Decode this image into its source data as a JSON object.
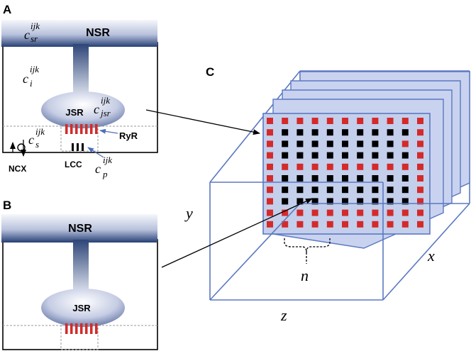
{
  "panels": {
    "A": {
      "label": "A",
      "nsr_label": "NSR",
      "jsr_label": "JSR",
      "ryr_label": "RyR",
      "ncx_label": "NCX",
      "lcc_label": "LCC",
      "c_sr": {
        "base": "c",
        "sub": "sr",
        "sup": "ijk"
      },
      "c_i": {
        "base": "c",
        "sub": "i",
        "sup": "ijk"
      },
      "c_jsr": {
        "base": "c",
        "sub": "jsr",
        "sup": "ijk"
      },
      "c_s": {
        "base": "c",
        "sub": "s",
        "sup": "ijk"
      },
      "c_p": {
        "base": "c",
        "sub": "p",
        "sup": "ijk"
      }
    },
    "B": {
      "label": "B",
      "nsr_label": "NSR",
      "jsr_label": "JSR"
    },
    "C": {
      "label": "C",
      "axis_x": "x",
      "axis_y": "y",
      "axis_z": "z",
      "n_label": "n"
    }
  },
  "colors": {
    "nsr_dark": "#2b4478",
    "nsr_light": "#f4f6fb",
    "ryr_red": "#d42a2a",
    "box_blue": "#5b78c2",
    "plane_fill": "#c9d3ef",
    "black_unit": "#000000"
  }
}
